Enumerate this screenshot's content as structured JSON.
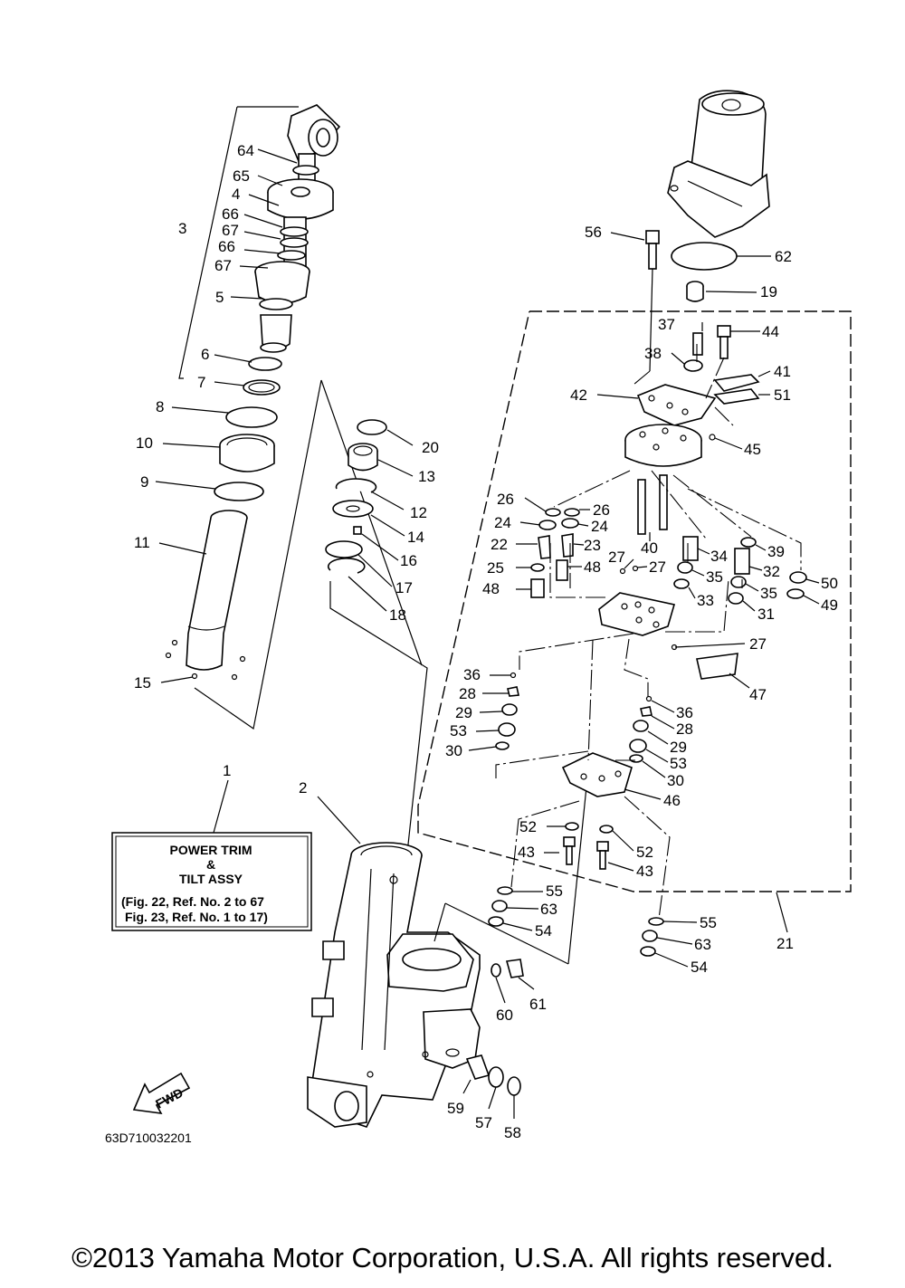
{
  "diagram": {
    "part_numbers": [
      "1",
      "2",
      "3",
      "4",
      "5",
      "6",
      "7",
      "8",
      "9",
      "10",
      "11",
      "12",
      "13",
      "14",
      "15",
      "16",
      "17",
      "18",
      "19",
      "20",
      "21",
      "22",
      "23",
      "24",
      "24",
      "25",
      "26",
      "26",
      "27",
      "27",
      "27",
      "28",
      "28",
      "29",
      "29",
      "30",
      "30",
      "31",
      "32",
      "33",
      "34",
      "35",
      "35",
      "36",
      "36",
      "37",
      "38",
      "39",
      "40",
      "41",
      "42",
      "43",
      "43",
      "44",
      "45",
      "46",
      "47",
      "48",
      "48",
      "49",
      "50",
      "51",
      "52",
      "52",
      "53",
      "53",
      "54",
      "54",
      "55",
      "55",
      "56",
      "57",
      "58",
      "59",
      "60",
      "61",
      "62",
      "63",
      "63",
      "64",
      "65",
      "66",
      "66",
      "67",
      "67"
    ],
    "assembly_box": {
      "line1": "POWER TRIM",
      "line2": "&",
      "line3": "TILT ASSY",
      "line4": "(Fig. 22, Ref. No. 2 to 67",
      "line5": "Fig. 23, Ref. No. 1 to 17)"
    },
    "fwd_label": "FWD",
    "drawing_code": "63D710032201",
    "copyright": "©2013 Yamaha Motor Corporation, U.S.A. All rights reserved."
  }
}
